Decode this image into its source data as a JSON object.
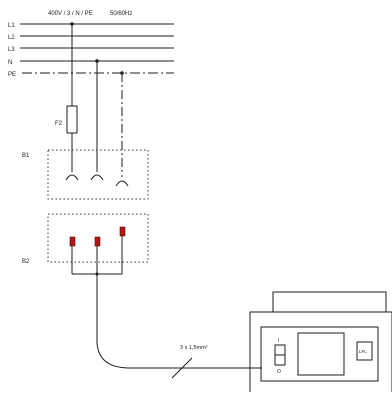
{
  "header": {
    "supply": "400V / 3 / N / PE",
    "frequency": "50/60Hz"
  },
  "bus_lines": [
    "L1",
    "L2",
    "L3",
    "N",
    "PE"
  ],
  "fuse_label": "F2",
  "blocks": {
    "b1": "B1",
    "b2": "B2"
  },
  "cable_label": "3 x 1,5mm²",
  "device": {
    "switch_on": "I",
    "switch_off": "O",
    "indicator": "LFL"
  },
  "colors": {
    "line": "#1e1e1e",
    "plug_pin": "#b01818",
    "dotted_box": "#333333"
  }
}
